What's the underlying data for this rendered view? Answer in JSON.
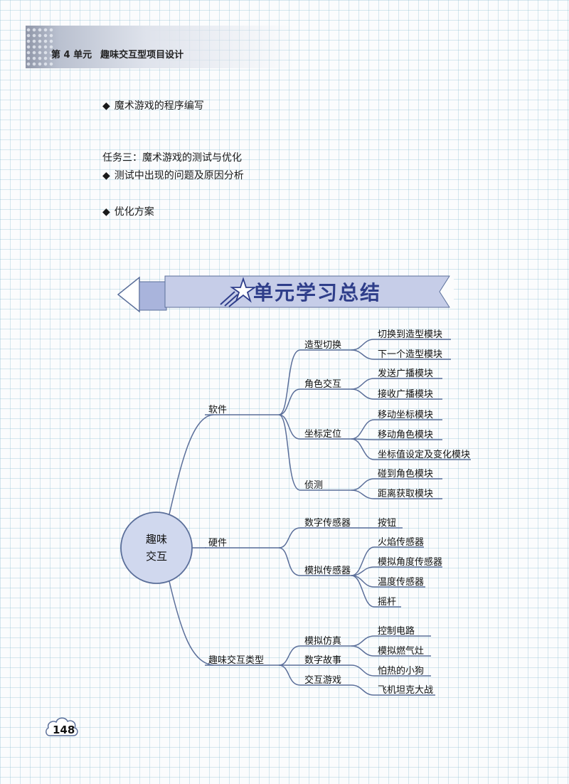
{
  "header": {
    "unit": "第 4 单元",
    "title": "趣味交互型项目设计"
  },
  "content": {
    "line1": "魔术游戏的程序编写",
    "task3": "任务三：魔术游戏的测试与优化",
    "line2": "测试中出现的问题及原因分析",
    "line3": "优化方案",
    "bullet": "◆"
  },
  "banner": {
    "title": "单元学习总结"
  },
  "mindmap": {
    "center": {
      "line1": "趣味",
      "line2": "交互"
    },
    "branches": {
      "software": "软件",
      "hardware": "硬件",
      "types": "趣味交互类型"
    },
    "software": {
      "shape_switch": "造型切换",
      "role_interact": "角色交互",
      "coord": "坐标定位",
      "detect": "侦测",
      "leaves": {
        "l1": "切换到造型模块",
        "l2": "下一个造型模块",
        "l3": "发送广播模块",
        "l4": "接收广播模块",
        "l5": "移动坐标模块",
        "l6": "移动角色模块",
        "l7": "坐标值设定及变化模块",
        "l8": "碰到角色模块",
        "l9": "距离获取模块"
      }
    },
    "hardware": {
      "digital": "数字传感器",
      "analog": "模拟传感器",
      "leaves": {
        "l1": "按钮",
        "l2": "火焰传感器",
        "l3": "模拟角度传感器",
        "l4": "温度传感器",
        "l5": "摇杆"
      }
    },
    "types": {
      "sim": "模拟仿真",
      "story": "数字故事",
      "game": "交互游戏",
      "leaves": {
        "l1": "控制电路",
        "l2": "模拟燃气灶",
        "l3": "怕热的小狗",
        "l4": "飞机坦克大战"
      }
    }
  },
  "page": {
    "number": "148"
  },
  "colors": {
    "line": "#5b6f9a",
    "banner": "#c6cde8",
    "banner_dark": "#2f3e8a",
    "circle": "#d0d8ee"
  }
}
